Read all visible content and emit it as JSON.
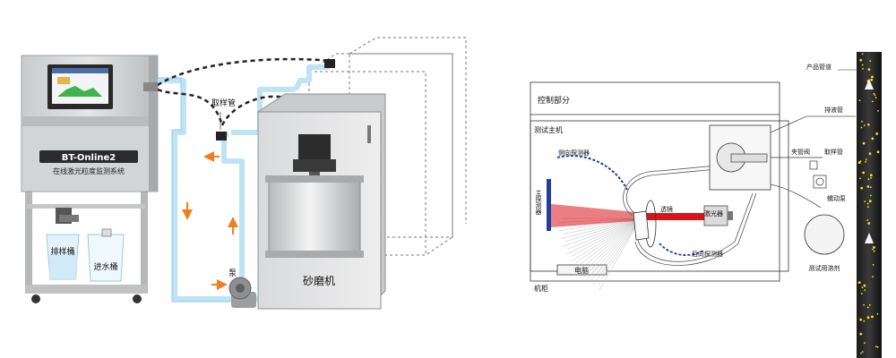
{
  "left": {
    "machine_name": "BT-Online2",
    "machine_subtitle": "在线激光粒度监测系统",
    "drain_bucket": "排样桶",
    "water_bucket": "进水桶",
    "sampling_pipe": "取样管",
    "pump": "泵",
    "grinder": "砂磨机"
  },
  "right": {
    "control_section": "控制部分",
    "test_host": "测试主机",
    "side_detector": "侧向探测器",
    "main_detector": "主探测器",
    "lens": "透镜",
    "laser": "激光器",
    "back_detector": "后向探测器",
    "computer": "电脑",
    "cabinet": "机柜",
    "product_pipe": "产品管道",
    "drain_pipe": "排液管",
    "pinch_valve": "夹管阀",
    "sampling_pipe": "取样管",
    "peristaltic_pump": "蠕动泵",
    "test_solvent": "测试用溶剂"
  },
  "colors": {
    "machine_body": "#cfd1d3",
    "laser_red": "#d9141c",
    "flow_arrow": "#f07e1e",
    "pipe_water": "#bde3f4",
    "product_flow": "#f4e21c",
    "detector_blue": "#1f3f9e"
  }
}
